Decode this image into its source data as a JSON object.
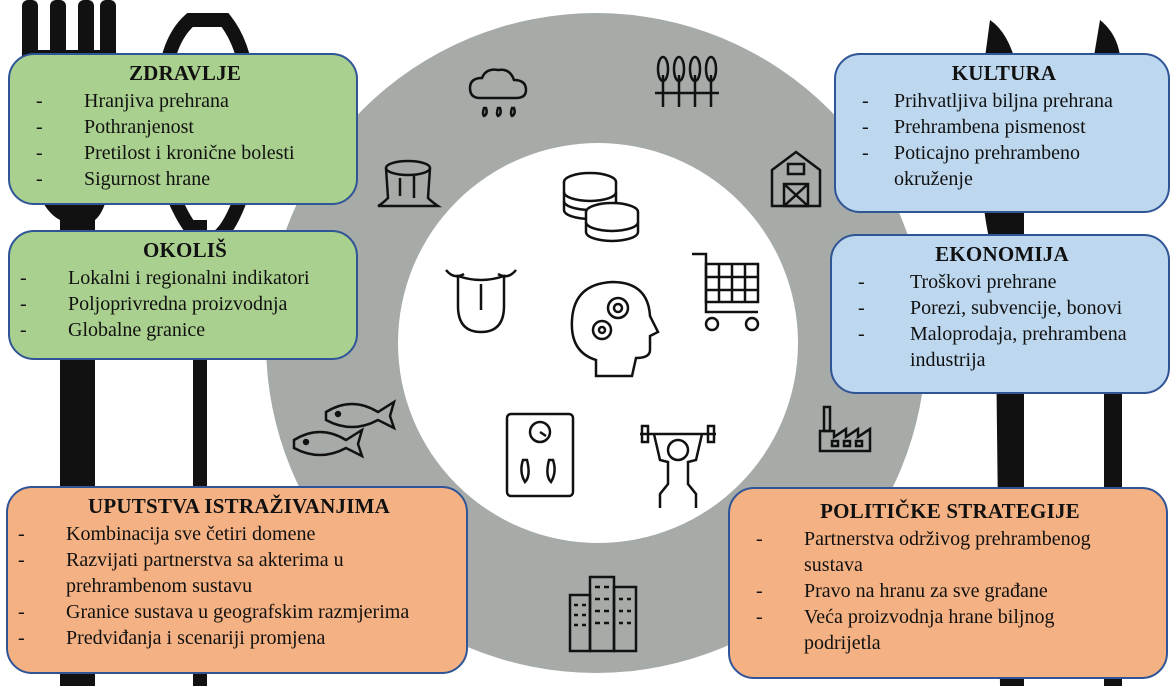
{
  "boxes": {
    "zdravlje": {
      "title": "ZDRAVLJE",
      "items": [
        "Hranjiva prehrana",
        "Pothranjenost",
        "Pretilost i kronične bolesti",
        "Sigurnost hrane"
      ]
    },
    "okolis": {
      "title": "OKOLIŠ",
      "items": [
        "Lokalni i regionalni indikatori",
        "Poljoprivredna proizvodnja",
        "Globalne granice"
      ]
    },
    "kultura": {
      "title": "KULTURA",
      "items": [
        "Prihvatljiva biljna prehrana",
        "Prehrambena pismenost",
        "Poticajno prehrambeno\nokruženje"
      ]
    },
    "ekonomija": {
      "title": "EKONOMIJA",
      "items": [
        "Troškovi prehrane",
        "Porezi, subvencije, bonovi",
        "Maloprodaja, prehrambena\nindustrija"
      ]
    },
    "uputstva": {
      "title": "UPUTSTVA ISTRAŽIVANJIMA",
      "items": [
        "Kombinacija sve četiri domene",
        "Razvijati partnerstva sa akterima u\nprehrambenom sustavu",
        "Granice sustava u geografskim razmjerima",
        "Predviđanja i scenariji promjena"
      ]
    },
    "politicke": {
      "title": "POLITIČKE STRATEGIJE",
      "items": [
        "Partnerstva održivog prehrambenog\nsustava",
        "Pravo na hranu za sve građane",
        "Veća proizvodnja hrane biljnog\npodrijetla"
      ]
    }
  },
  "icons": {
    "outer": [
      "rain-cloud-icon",
      "wheat-icon",
      "barn-icon",
      "tree-stump-icon",
      "factory-icon",
      "fish-icon",
      "city-buildings-icon"
    ],
    "inner": [
      "coins-icon",
      "tongue-icon",
      "head-gears-icon",
      "shopping-cart-icon",
      "bathroom-scale-icon",
      "weightlifter-icon"
    ],
    "background": [
      "fork-icon",
      "knife-icon"
    ]
  },
  "colors": {
    "outer_ring": "#a6aba8",
    "inner_circle": "#ffffff",
    "health_environment": "#a9d08e",
    "culture_economy": "#bdd7ee",
    "research_policy": "#f4b183",
    "box_border": "#2f5597"
  }
}
